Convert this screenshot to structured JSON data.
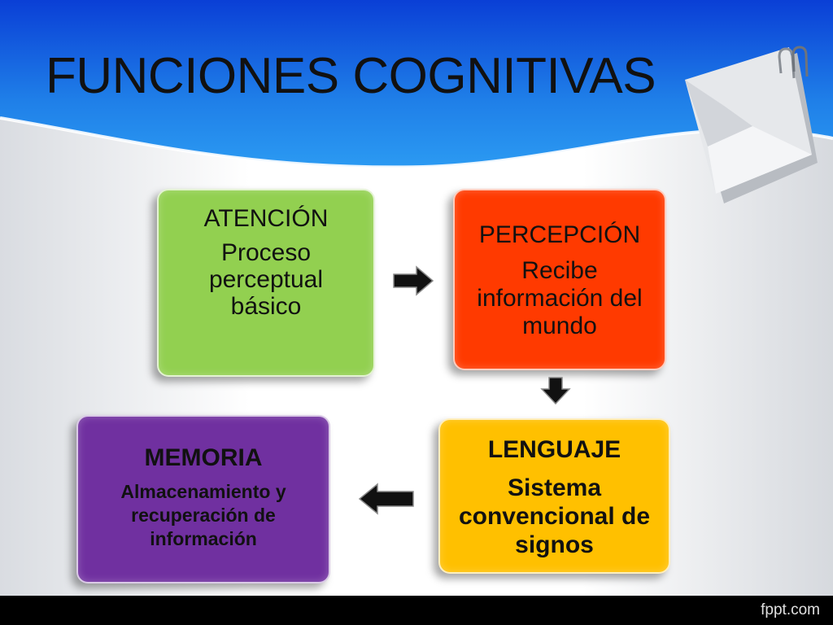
{
  "slide": {
    "title": "FUNCIONES COGNITIVAS",
    "footer_brand": "fppt.com"
  },
  "diagram": {
    "nodes": [
      {
        "id": "atencion",
        "heading": "ATENCIÓN",
        "description": "Proceso perceptual básico",
        "color": "#92d050"
      },
      {
        "id": "percepcion",
        "heading": "PERCEPCIÓN",
        "description": "Recibe información del mundo",
        "color": "#ff3a00"
      },
      {
        "id": "lenguaje",
        "heading": "LENGUAJE",
        "description": "Sistema convencional de signos",
        "color": "#ffc000"
      },
      {
        "id": "memoria",
        "heading": "MEMORIA",
        "description": "Almacenamiento y recuperación de información",
        "color": "#7030a0"
      }
    ],
    "edges": [
      {
        "from": "atencion",
        "to": "percepcion",
        "direction": "right"
      },
      {
        "from": "percepcion",
        "to": "lenguaje",
        "direction": "down"
      },
      {
        "from": "lenguaje",
        "to": "memoria",
        "direction": "left"
      }
    ]
  },
  "colors": {
    "header_blue": "#1a6fe0",
    "arrow": "#000000"
  },
  "icons": {
    "decoration": "paper-clip-note-icon"
  }
}
